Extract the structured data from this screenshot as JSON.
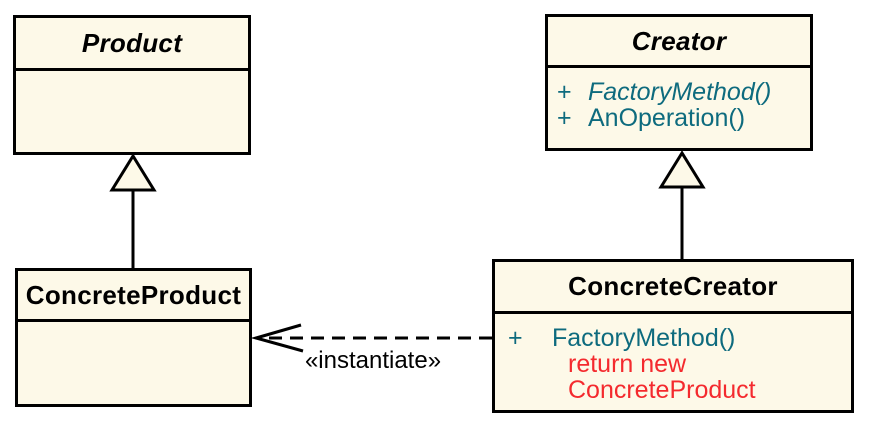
{
  "diagram": {
    "kind": "uml-class-diagram",
    "pattern": "Factory Method",
    "colors": {
      "background": "#ffffff",
      "box_fill": "#fdf9e8",
      "box_border": "#000000",
      "title_text": "#000000",
      "method_text": "#0e6b7e",
      "note_text": "#f42a2e"
    },
    "classes": [
      {
        "name": "Product",
        "abstract": true,
        "members": []
      },
      {
        "name": "Creator",
        "abstract": true,
        "members": [
          {
            "visibility": "+",
            "text": "FactoryMethod()",
            "style": "abstract-method"
          },
          {
            "visibility": "+",
            "text": "AnOperation()",
            "style": "method"
          }
        ]
      },
      {
        "name": "ConcreteProduct",
        "abstract": false,
        "members": []
      },
      {
        "name": "ConcreteCreator",
        "abstract": false,
        "members": [
          {
            "visibility": "+",
            "text": "FactoryMethod()",
            "style": "method"
          },
          {
            "text": "return new",
            "style": "note"
          },
          {
            "text": "ConcreteProduct",
            "style": "note"
          }
        ]
      }
    ],
    "relationships": [
      {
        "type": "generalization",
        "from": "ConcreteProduct",
        "to": "Product"
      },
      {
        "type": "generalization",
        "from": "ConcreteCreator",
        "to": "Creator"
      },
      {
        "type": "dependency",
        "from": "ConcreteCreator",
        "to": "ConcreteProduct",
        "label": "«instantiate»"
      }
    ]
  }
}
